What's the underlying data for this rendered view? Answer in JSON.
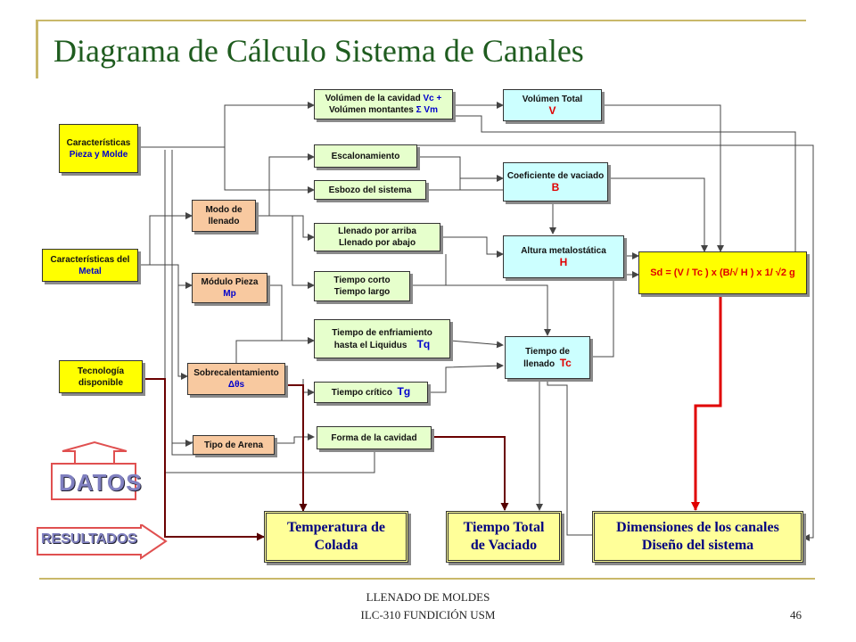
{
  "title": "Diagrama de Cálculo Sistema de Canales",
  "footer": {
    "line1": "LLENADO DE MOLDES",
    "line2": "ILC-310  FUNDICIÓN USM",
    "page": "46"
  },
  "inputs": {
    "pieza": [
      "Características",
      "Pieza y Molde"
    ],
    "metal": [
      "Características del",
      "Metal"
    ],
    "tecnologia": [
      "Tecnología",
      "disponible"
    ]
  },
  "mid": {
    "modo": [
      "Modo de",
      "llenado"
    ],
    "modulo": [
      "Módulo Pieza",
      "Mp"
    ],
    "sobrecal": [
      "Sobrecalentamiento",
      "Δθs"
    ],
    "arena": "Tipo de Arena"
  },
  "center": {
    "volumen_a": "Volúmen de la cavidad",
    "volumen_a_sym": "Vc +",
    "volumen_b": "Volúmen montantes",
    "volumen_b_sym": "Σ Vm",
    "escalonamiento": "Escalonamiento",
    "esbozo": "Esbozo del sistema",
    "llenado_a": "Llenado por arriba",
    "llenado_b": "Llenado por abajo",
    "tiempo_a": "Tiempo corto",
    "tiempo_b": "Tiempo largo",
    "enfr_a": "Tiempo de enfriamiento",
    "enfr_b": "hasta el Liquidus",
    "enfr_sym": "Tq",
    "critico": "Tiempo crítico",
    "critico_sym": "Tg",
    "forma": "Forma de la cavidad"
  },
  "right": {
    "vtotal": "Volúmen Total",
    "vtotal_sym": "V",
    "coef": "Coeficiente de  vaciado",
    "coef_sym": "B",
    "altura": "Altura metalostática",
    "altura_sym": "H",
    "tllenado_a": "Tiempo de",
    "tllenado_b": "llenado",
    "tllenado_sym": "Tc"
  },
  "formula": "Sd = (V / Tc ) x (B/√ H ) x 1/ √2 g",
  "results": {
    "temp": [
      "Temperatura de",
      "Colada"
    ],
    "tiempo": [
      "Tiempo Total",
      "de Vaciado"
    ],
    "dim": [
      "Dimensiones de los canales",
      "Diseño del sistema"
    ]
  },
  "legend": {
    "datos": "DATOS",
    "resultados": "RESULTADOS"
  },
  "colors": {
    "input": "#ffff00",
    "process": "#e6ffcc",
    "computed": "#ccffff",
    "intermediate": "#f8c9a0",
    "result": "#ffff99",
    "highlight": "#e00000",
    "title": "#1f5c1f"
  }
}
